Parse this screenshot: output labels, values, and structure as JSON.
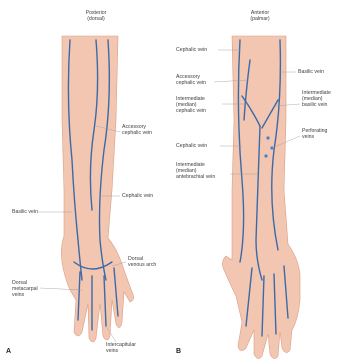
{
  "colors": {
    "skin": "#f2c6b0",
    "skin_outline": "#d89f86",
    "vein": "#3b6aa8",
    "vein_light": "#7da3cf",
    "leader": "#9a9a9a"
  },
  "panel_a": {
    "letter": "A",
    "view_title": "Posterior\n(dorsal)",
    "labels": {
      "accessory_cephalic": "Accessory\ncephalic vein",
      "cephalic": "Cephalic vein",
      "basilic": "Basilic vein",
      "dorsal_venous_arch": "Dorsal\nvenous arch",
      "dorsal_metacarpal": "Dorsal\nmetacarpal\nveins",
      "intercapitular": "Intercapitular\nveins"
    }
  },
  "panel_b": {
    "letter": "B",
    "view_title": "Anterior\n(palmar)",
    "labels": {
      "cephalic_top": "Cephalic vein",
      "basilic": "Basilic vein",
      "accessory_cephalic": "Accessory\ncephalic vein",
      "median_cephalic": "Intermediate\n(median)\ncephalic vein",
      "median_basilic": "Intermediate\n(median)\nbasilic vein",
      "cephalic_lower": "Cephalic vein",
      "perforating": "Perforating\nveins",
      "median_antebrachial": "Intermediate\n(median)\nantebrachial vein"
    }
  }
}
